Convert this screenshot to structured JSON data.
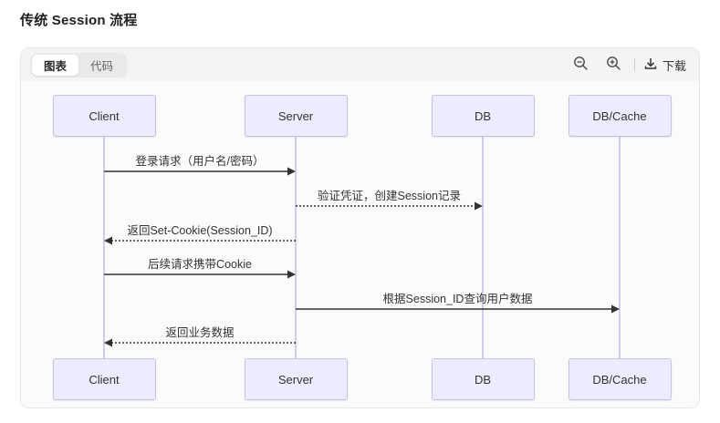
{
  "page": {
    "title": "传统 Session 流程"
  },
  "toolbar": {
    "tabs": [
      {
        "label": "图表",
        "active": true
      },
      {
        "label": "代码",
        "active": false
      }
    ],
    "zoom_out_icon": "zoom-out-magnifier-minus",
    "zoom_in_icon": "zoom-in-magnifier-plus",
    "download_label": "下载",
    "download_icon": "download-arrow-tray"
  },
  "colors": {
    "actor_fill": "#ECECFF",
    "actor_border": "#c3c3e6",
    "lifeline": "#d2cbea",
    "arrow": "#333333",
    "toolbar_bg": "#f4f4f4",
    "panel_bg": "#fbfbfb"
  },
  "diagram": {
    "type": "sequence",
    "actors": [
      "Client",
      "Server",
      "DB",
      "DB/Cache"
    ],
    "messages": [
      {
        "text": "登录请求（用户名/密码）",
        "from": 0,
        "to": 1,
        "line": "solid"
      },
      {
        "text": "验证凭证，创建Session记录",
        "from": 1,
        "to": 2,
        "line": "dotted"
      },
      {
        "text": "返回Set-Cookie(Session_ID)",
        "from": 1,
        "to": 0,
        "line": "dotted"
      },
      {
        "text": "后续请求携带Cookie",
        "from": 0,
        "to": 1,
        "line": "solid"
      },
      {
        "text": "根据Session_ID查询用户数据",
        "from": 1,
        "to": 3,
        "line": "solid"
      },
      {
        "text": "返回业务数据",
        "from": 1,
        "to": 0,
        "line": "dotted"
      }
    ]
  }
}
